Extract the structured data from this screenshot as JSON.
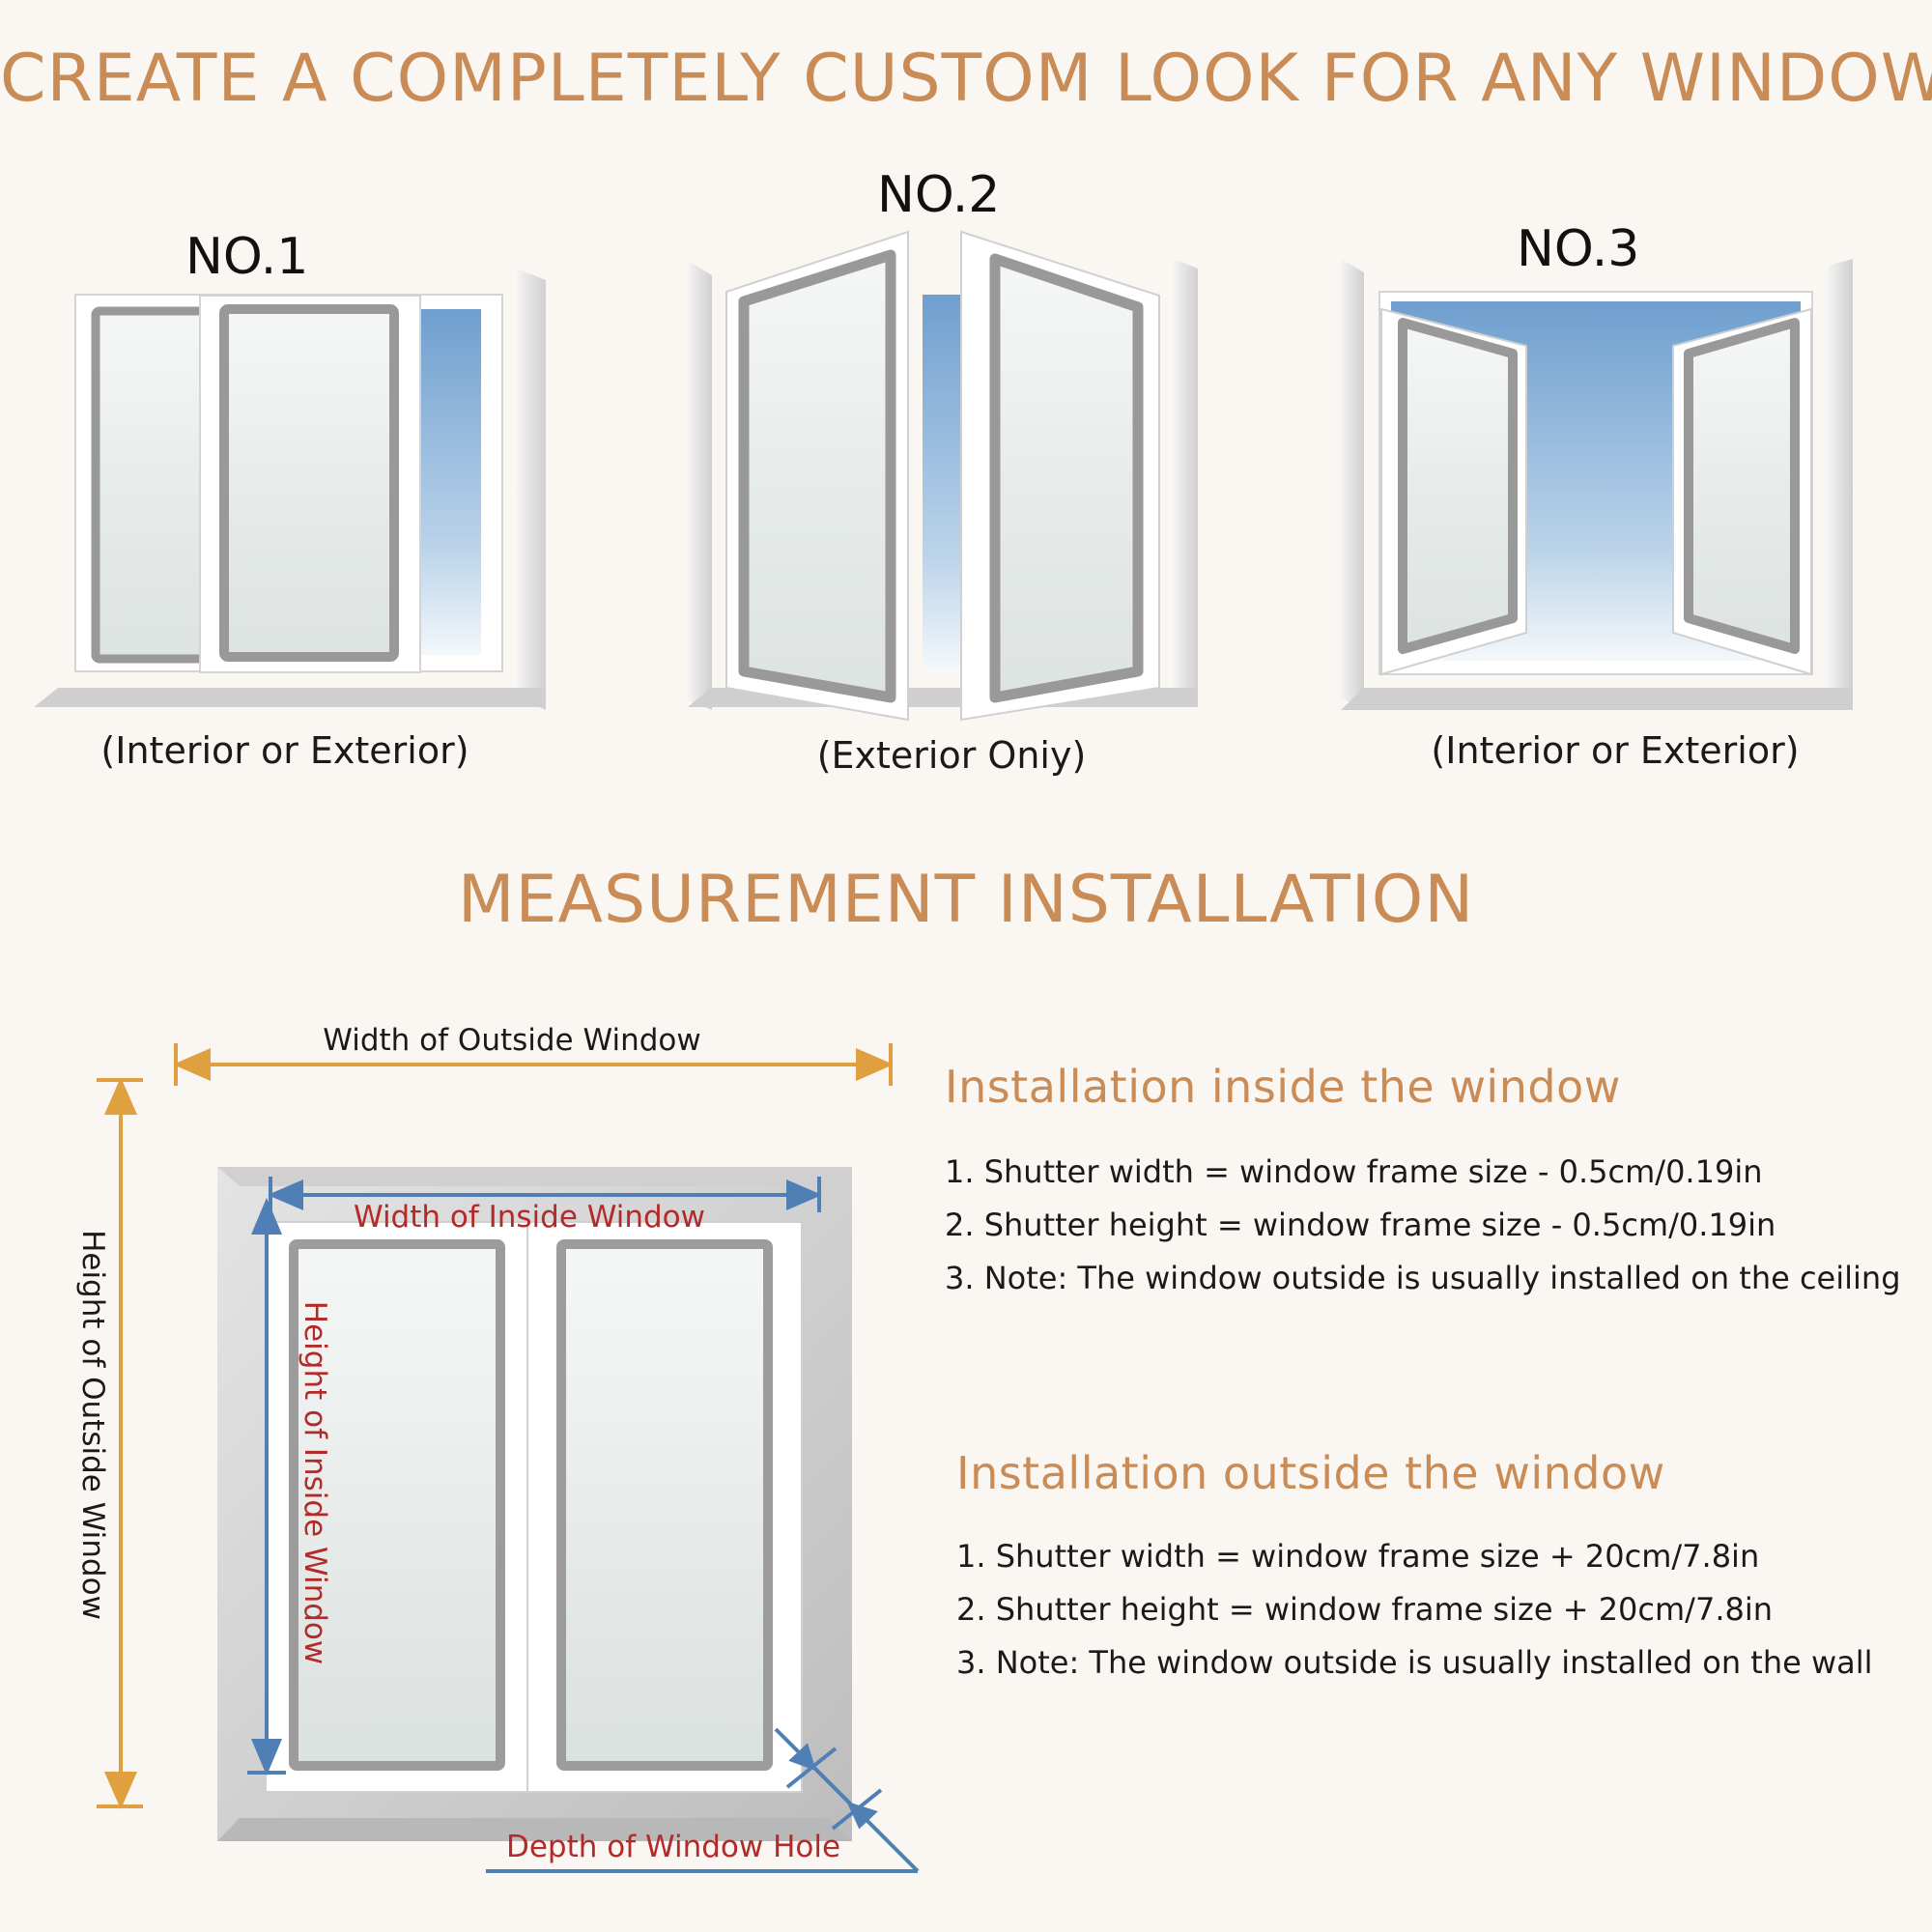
{
  "main_title": "CREATE A COMPLETELY CUSTOM LOOK FOR ANY WINDOW",
  "windows": [
    {
      "label": "NO.1",
      "caption": "(Interior or Exterior)"
    },
    {
      "label": "NO.2",
      "caption": "(Exterior Oniy)"
    },
    {
      "label": "NO.3",
      "caption": "(Interior or Exterior)"
    }
  ],
  "section_title": "MEASUREMENT INSTALLATION",
  "diagram": {
    "width_outside": "Width of Outside Window",
    "height_outside": "Height of Outside Window",
    "width_inside": "Width of Inside Window",
    "height_inside": "Height of Inside Window",
    "depth": "Depth of Window Hole"
  },
  "install_inside": {
    "heading": "Installation inside the window",
    "items": [
      "1. Shutter width = window frame size - 0.5cm/0.19in",
      "2. Shutter height = window frame size - 0.5cm/0.19in",
      "3. Note: The window outside is usually installed on the ceiling"
    ]
  },
  "install_outside": {
    "heading": "Installation outside the window",
    "items": [
      "1. Shutter width = window frame size + 20cm/7.8in",
      "2. Shutter height = window frame size + 20cm/7.8in",
      "3. Note: The window outside is usually installed on the wall"
    ]
  },
  "colors": {
    "accent": "#c98c57",
    "outside_arrow": "#e0a040",
    "inside_arrow": "#4f7fb5",
    "inside_text": "#b22a2a",
    "frame_gray": "#a9a9a9",
    "sky_blue": "#7eaad5"
  }
}
